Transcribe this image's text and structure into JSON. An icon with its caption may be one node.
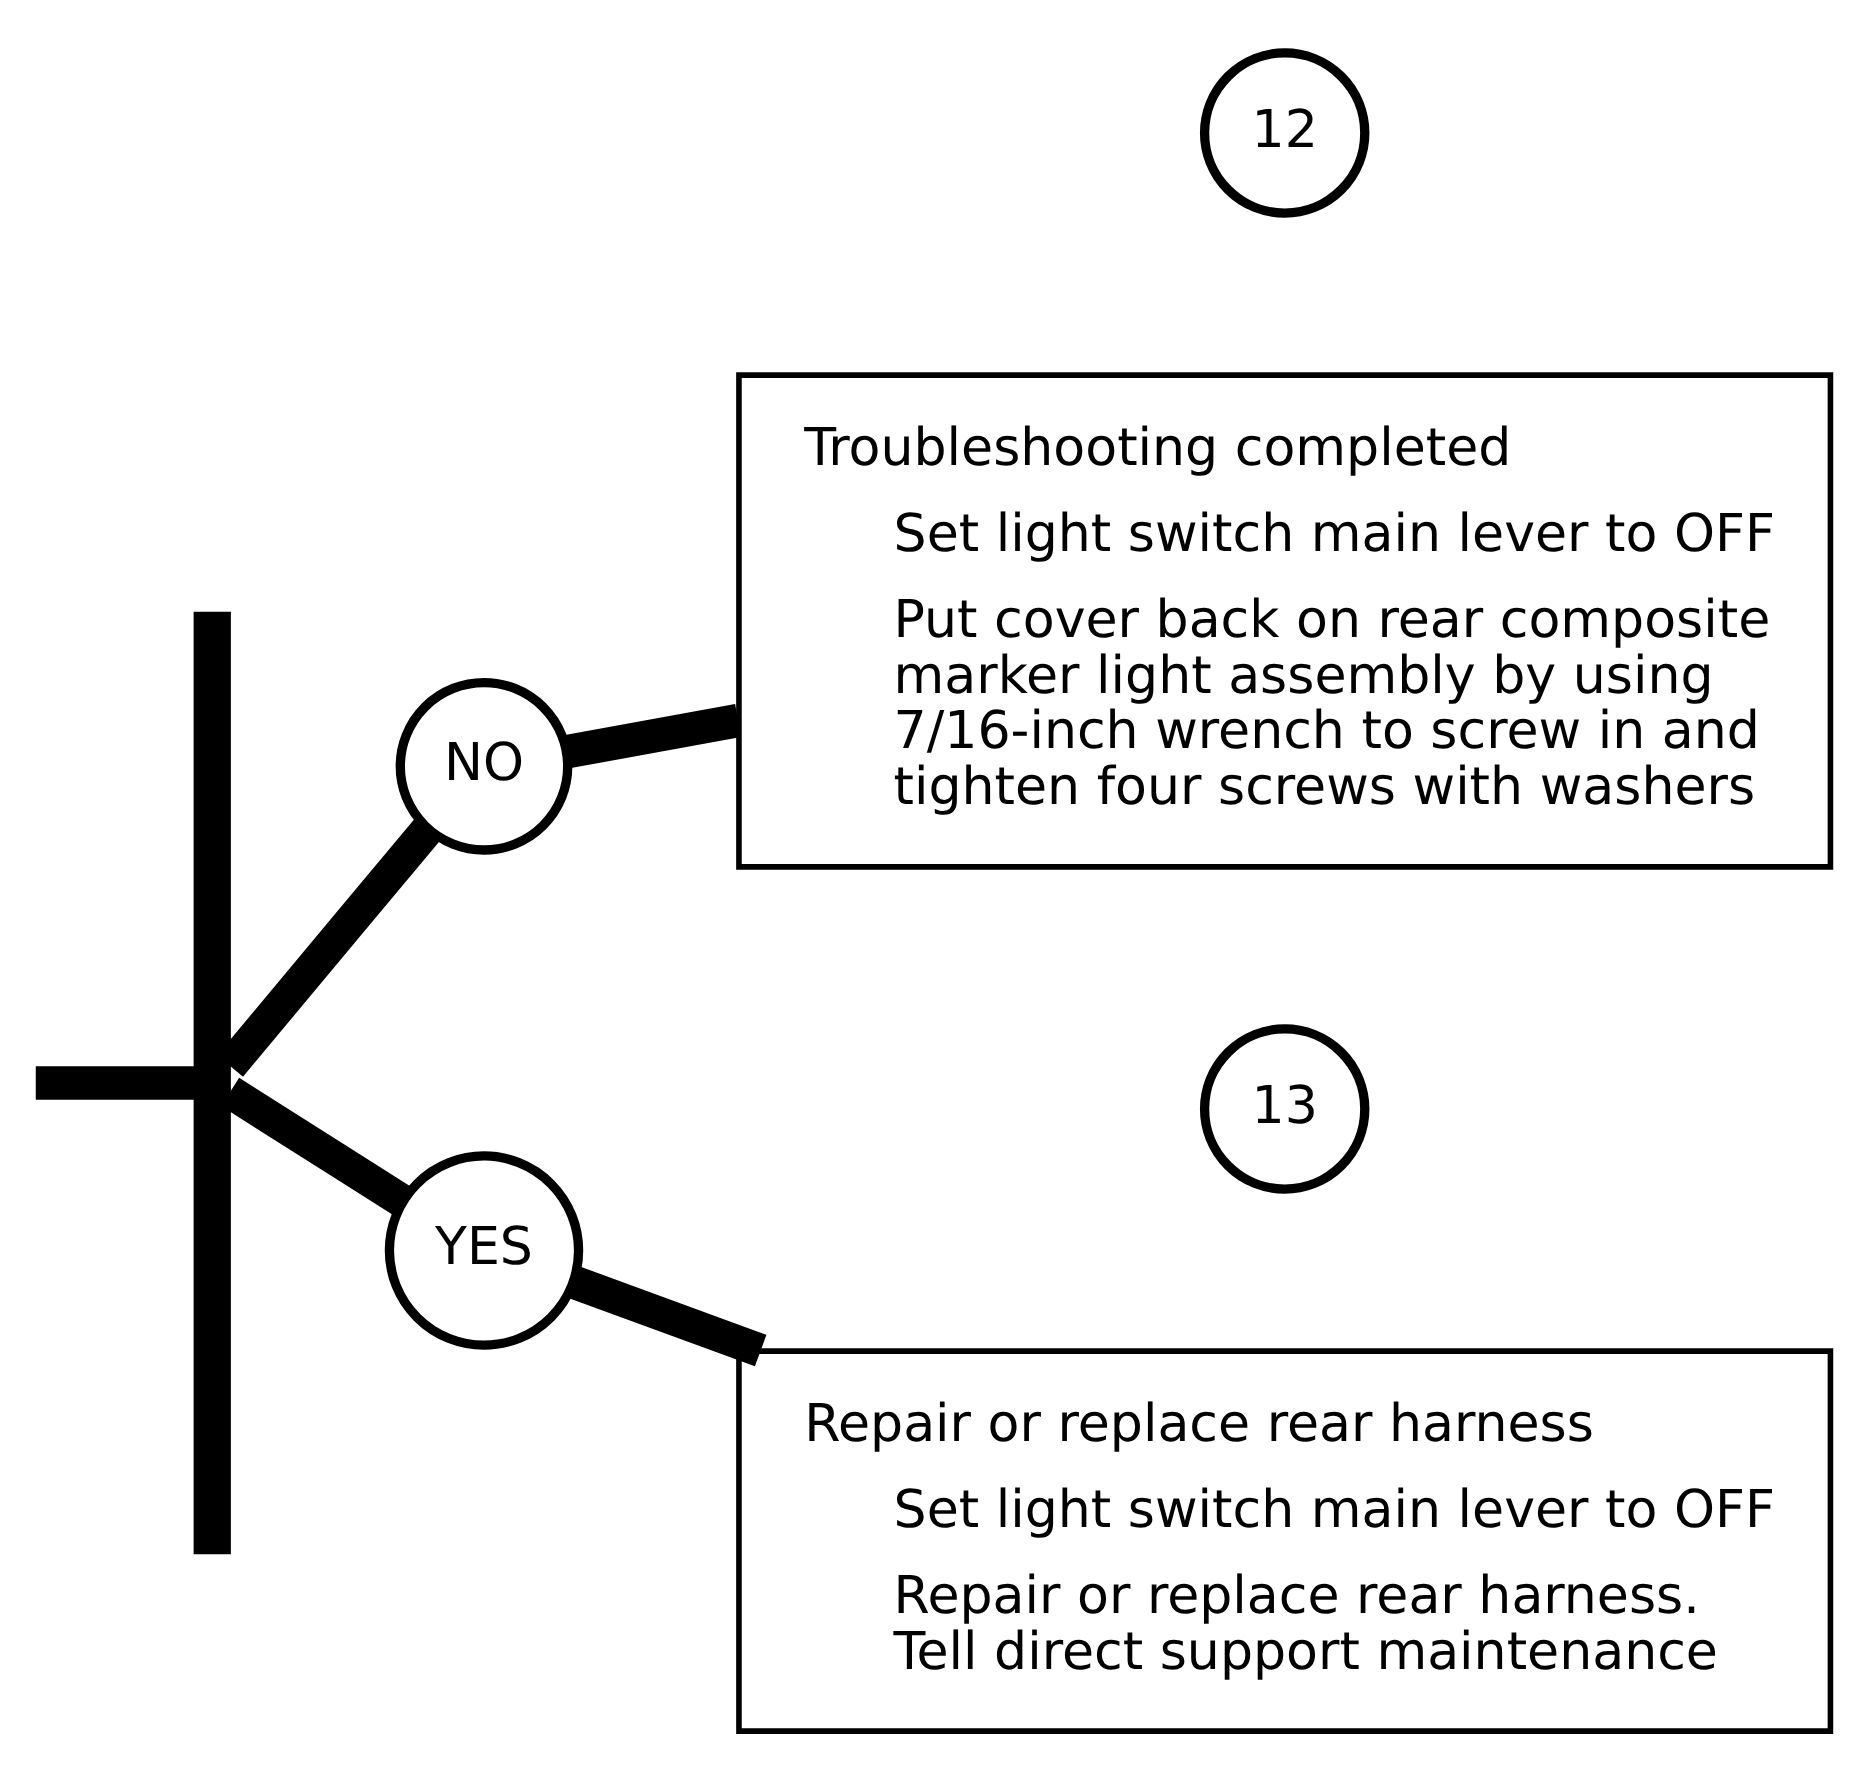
{
  "diagram": {
    "nodes": [
      {
        "text": [],
        "shape": "bar"
      },
      {
        "text": [
          "12"
        ]
      },
      {
        "text": [
          "NO"
        ]
      },
      {
        "text": [
          "Troubleshooting completed",
          "Set light switch main lever to OFF",
          "Put cover back on rear composite marker light assembly by using 7/16-inch wrench to screw in and tighten four screws with washers"
        ]
      },
      {
        "text": [
          "13"
        ]
      },
      {
        "text": [
          "YES"
        ]
      },
      {
        "text": [
          "Repair or replace rear harness",
          "Set light switch main lever to OFF",
          "Repair or replace rear harness. Tell direct support maintenance"
        ]
      }
    ],
    "edges": [
      {
        "from": null,
        "to": 0,
        "arrow": "none"
      },
      {
        "from": 0,
        "to": 2,
        "arrow": "none"
      },
      {
        "from": 0,
        "to": 5,
        "arrow": "none"
      },
      {
        "from": 2,
        "to": 3,
        "arrow": "none"
      },
      {
        "from": 5,
        "to": 6,
        "arrow": "none"
      }
    ]
  }
}
